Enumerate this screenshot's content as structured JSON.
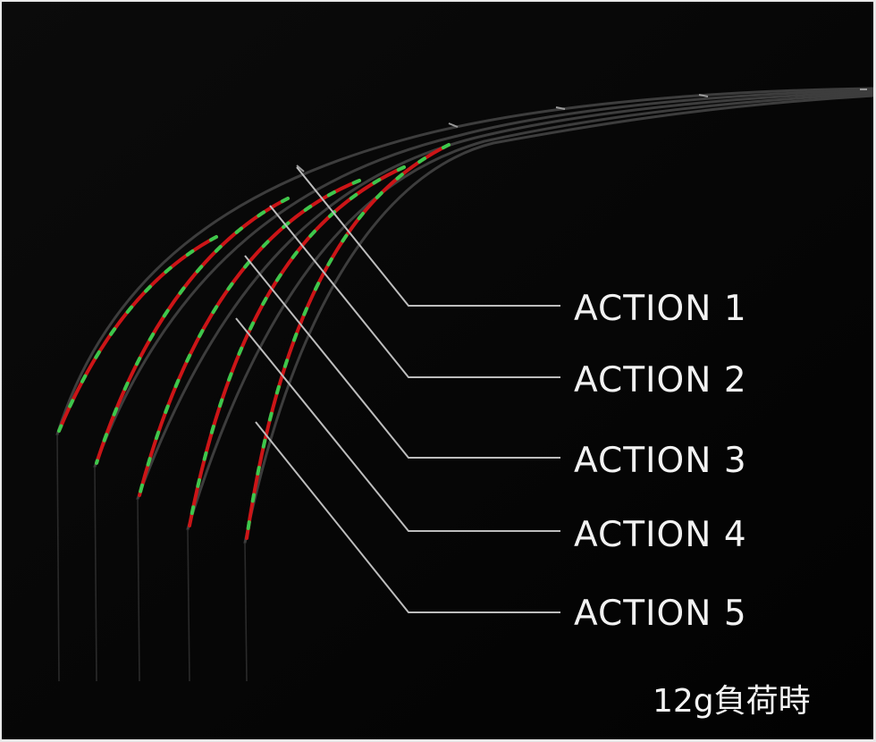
{
  "photo": {
    "description_icon": "bent-fishing-rod-tips-photo",
    "background_color": "#050505",
    "blank_color": "#3a3a3a",
    "tip_red": "#d0181a",
    "tip_green": "#39c24a",
    "leader_color": "#b9b9b9"
  },
  "actions": [
    {
      "label": "ACTION 1"
    },
    {
      "label": "ACTION 2"
    },
    {
      "label": "ACTION 3"
    },
    {
      "label": "ACTION 4"
    },
    {
      "label": "ACTION 5"
    }
  ],
  "caption": "12g負荷時"
}
